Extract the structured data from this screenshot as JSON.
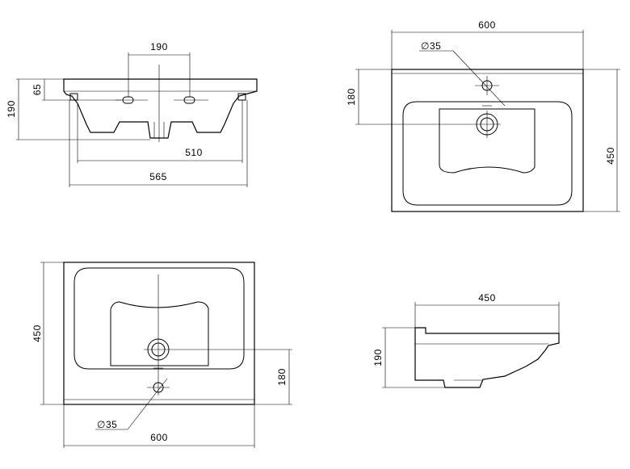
{
  "views": {
    "front": {
      "dim_top_width": "190",
      "dim_left_height": "190",
      "dim_rim_height": "65",
      "dim_inner_width": "510",
      "dim_overall_width": "565"
    },
    "top_right": {
      "dim_width": "600",
      "dim_hole_diameter": "∅35",
      "dim_drain_offset": "180",
      "dim_depth": "450"
    },
    "top_left": {
      "dim_depth": "450",
      "dim_drain_offset": "180",
      "dim_hole_diameter": "∅35",
      "dim_width": "600"
    },
    "side": {
      "dim_depth": "450",
      "dim_height": "190"
    }
  }
}
